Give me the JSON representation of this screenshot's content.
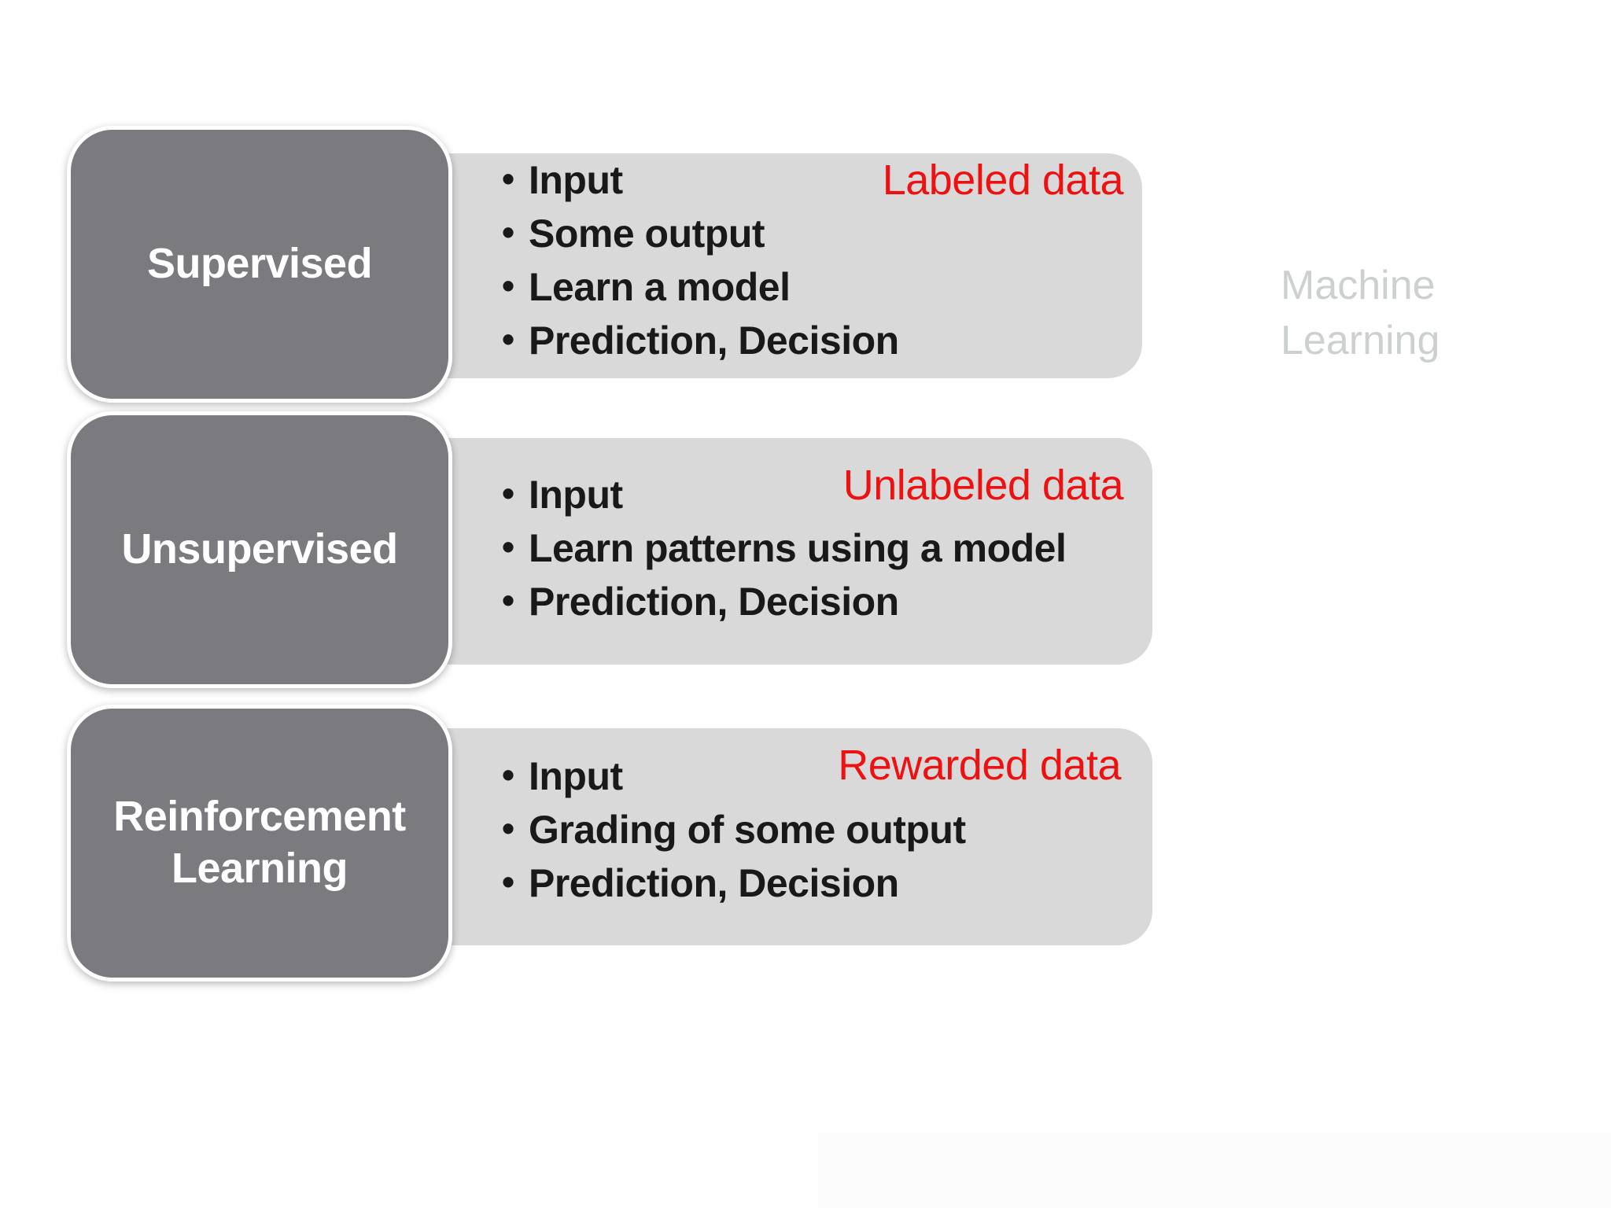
{
  "slide": {
    "watermark": {
      "line1": "Machine",
      "line2": "Learning"
    },
    "rows": [
      {
        "title": "Supervised",
        "bullets": [
          "Input",
          "Some output",
          "Learn a model",
          "Prediction, Decision"
        ],
        "annotation": "Labeled data"
      },
      {
        "title": "Unsupervised",
        "bullets": [
          "Input",
          "Learn patterns using a model",
          "Prediction, Decision"
        ],
        "annotation": "Unlabeled data"
      },
      {
        "title": "Reinforcement Learning",
        "bullets": [
          "Input",
          "Grading of some output",
          "Prediction, Decision"
        ],
        "annotation": "Rewarded data"
      }
    ],
    "colors": {
      "background": "#ffffff",
      "dark_box": "#7b7b7f",
      "light_box": "#d9d9d9",
      "title_text": "#ffffff",
      "bullet_text": "#191919",
      "annotation_red": "#ee1111",
      "watermark_gray": "#ccd1d0"
    }
  }
}
